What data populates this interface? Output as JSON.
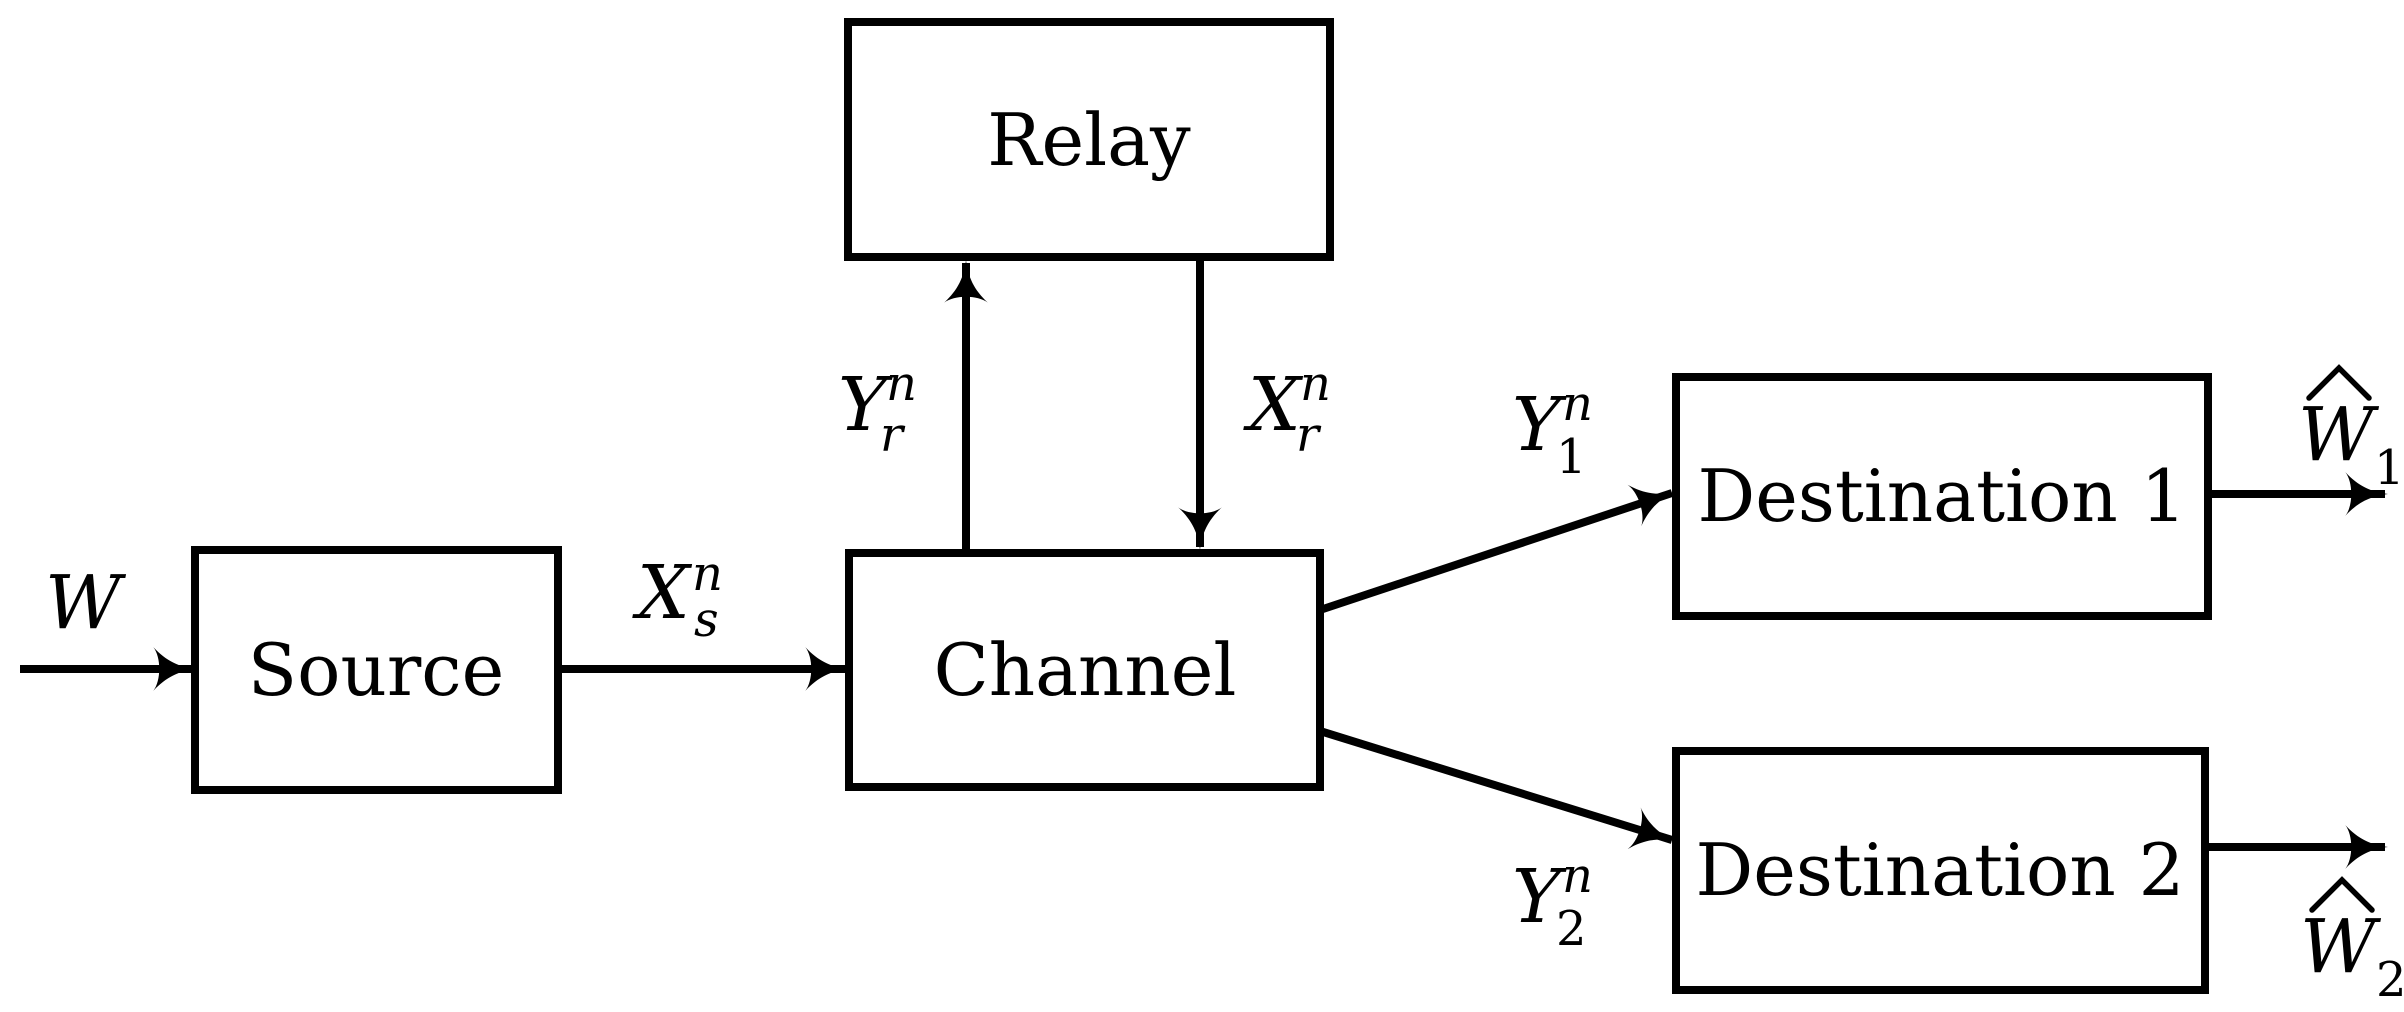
{
  "diagram": {
    "title": "Relay broadcast channel block diagram",
    "colors": {
      "stroke": "#000000",
      "background": "#ffffff"
    },
    "nodes": {
      "relay": {
        "label": "Relay"
      },
      "source": {
        "label": "Source"
      },
      "channel": {
        "label": "Channel"
      },
      "dest1": {
        "label": "Destination 1"
      },
      "dest2": {
        "label": "Destination 2"
      }
    },
    "signals": {
      "w_in": {
        "base": "W",
        "sup": "",
        "sub": "",
        "hat": false
      },
      "xs": {
        "base": "X",
        "sup": "n",
        "sub": "s",
        "hat": false
      },
      "yr": {
        "base": "Y",
        "sup": "n",
        "sub": "r",
        "hat": false
      },
      "xr": {
        "base": "X",
        "sup": "n",
        "sub": "r",
        "hat": false
      },
      "y1": {
        "base": "Y",
        "sup": "n",
        "sub": "1",
        "hat": false
      },
      "y2": {
        "base": "Y",
        "sup": "n",
        "sub": "2",
        "hat": false
      },
      "w1": {
        "base": "W",
        "sup": "",
        "sub": "1",
        "hat": true
      },
      "w2": {
        "base": "W",
        "sup": "",
        "sub": "2",
        "hat": true
      }
    },
    "edges": [
      {
        "name": "message-input",
        "from": "outside",
        "to": "source",
        "label": "W"
      },
      {
        "name": "source-to-channel",
        "from": "source",
        "to": "channel",
        "label": "X_s^n"
      },
      {
        "name": "channel-to-relay",
        "from": "channel",
        "to": "relay",
        "label": "Y_r^n"
      },
      {
        "name": "relay-to-channel",
        "from": "relay",
        "to": "channel",
        "label": "X_r^n"
      },
      {
        "name": "channel-to-dest1",
        "from": "channel",
        "to": "dest1",
        "label": "Y_1^n"
      },
      {
        "name": "channel-to-dest2",
        "from": "channel",
        "to": "dest2",
        "label": "Y_2^n"
      },
      {
        "name": "dest1-output",
        "from": "dest1",
        "to": "outside",
        "label": "W-hat_1"
      },
      {
        "name": "dest2-output",
        "from": "dest2",
        "to": "outside",
        "label": "W-hat_2"
      }
    ]
  }
}
